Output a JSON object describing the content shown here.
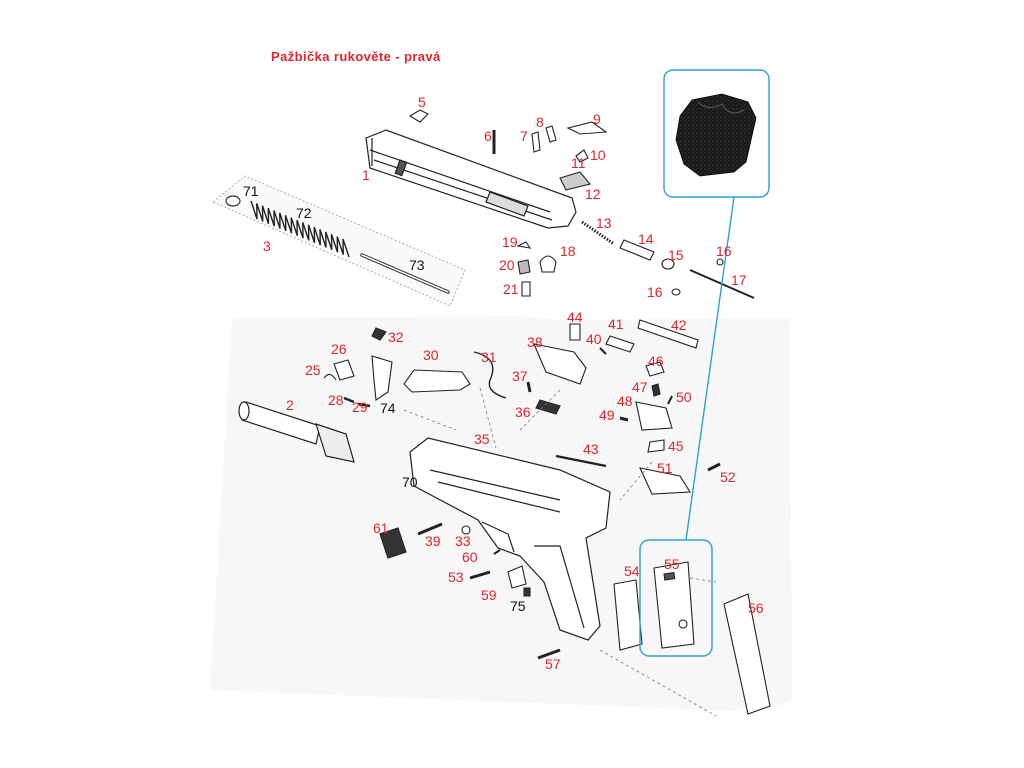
{
  "title": "Pažbička rukověte - pravá",
  "highlight_color": "#2ea0d6",
  "label_color": "#e4242b",
  "inset": {
    "icon": "grip-panel-photo"
  },
  "callouts": [
    {
      "id": "1",
      "name": "part-1-slide-label",
      "color": "red"
    },
    {
      "id": "2",
      "name": "part-2-barrel-label",
      "color": "red"
    },
    {
      "id": "3",
      "name": "part-3-recoil-assembly-label",
      "color": "red"
    },
    {
      "id": "5",
      "name": "part-5-label",
      "color": "red"
    },
    {
      "id": "6",
      "name": "part-6-label",
      "color": "red"
    },
    {
      "id": "7",
      "name": "part-7-label",
      "color": "red"
    },
    {
      "id": "8",
      "name": "part-8-label",
      "color": "red"
    },
    {
      "id": "9",
      "name": "part-9-label",
      "color": "red"
    },
    {
      "id": "10",
      "name": "part-10-label",
      "color": "red"
    },
    {
      "id": "11",
      "name": "part-11-label",
      "color": "red"
    },
    {
      "id": "12",
      "name": "part-12-label",
      "color": "red"
    },
    {
      "id": "13",
      "name": "part-13-label",
      "color": "red"
    },
    {
      "id": "14",
      "name": "part-14-label",
      "color": "red"
    },
    {
      "id": "15",
      "name": "part-15-label",
      "color": "red"
    },
    {
      "id": "16",
      "name": "part-16a-label",
      "color": "red"
    },
    {
      "id": "16",
      "name": "part-16b-label",
      "color": "red"
    },
    {
      "id": "17",
      "name": "part-17-label",
      "color": "red"
    },
    {
      "id": "18",
      "name": "part-18-label",
      "color": "red"
    },
    {
      "id": "19",
      "name": "part-19-label",
      "color": "red"
    },
    {
      "id": "20",
      "name": "part-20-label",
      "color": "red"
    },
    {
      "id": "21",
      "name": "part-21-label",
      "color": "red"
    },
    {
      "id": "25",
      "name": "part-25-label",
      "color": "red"
    },
    {
      "id": "26",
      "name": "part-26-label",
      "color": "red"
    },
    {
      "id": "28",
      "name": "part-28-label",
      "color": "red"
    },
    {
      "id": "29",
      "name": "part-29-label",
      "color": "red"
    },
    {
      "id": "30",
      "name": "part-30-label",
      "color": "red"
    },
    {
      "id": "31",
      "name": "part-31-label",
      "color": "red"
    },
    {
      "id": "32",
      "name": "part-32-label",
      "color": "red"
    },
    {
      "id": "33",
      "name": "part-33-label",
      "color": "red"
    },
    {
      "id": "35",
      "name": "part-35-label",
      "color": "red"
    },
    {
      "id": "36",
      "name": "part-36-label",
      "color": "red"
    },
    {
      "id": "37",
      "name": "part-37-label",
      "color": "red"
    },
    {
      "id": "38",
      "name": "part-38-label",
      "color": "red"
    },
    {
      "id": "39",
      "name": "part-39-label",
      "color": "red"
    },
    {
      "id": "40",
      "name": "part-40-label",
      "color": "red"
    },
    {
      "id": "41",
      "name": "part-41-label",
      "color": "red"
    },
    {
      "id": "42",
      "name": "part-42-label",
      "color": "red"
    },
    {
      "id": "43",
      "name": "part-43-label",
      "color": "red"
    },
    {
      "id": "44",
      "name": "part-44-label",
      "color": "red"
    },
    {
      "id": "45",
      "name": "part-45-label",
      "color": "red"
    },
    {
      "id": "46",
      "name": "part-46-label",
      "color": "red"
    },
    {
      "id": "47",
      "name": "part-47-label",
      "color": "red"
    },
    {
      "id": "48",
      "name": "part-48-label",
      "color": "red"
    },
    {
      "id": "49",
      "name": "part-49-label",
      "color": "red"
    },
    {
      "id": "50",
      "name": "part-50-label",
      "color": "red"
    },
    {
      "id": "51",
      "name": "part-51-label",
      "color": "red"
    },
    {
      "id": "52",
      "name": "part-52-label",
      "color": "red"
    },
    {
      "id": "53",
      "name": "part-53-label",
      "color": "red"
    },
    {
      "id": "54",
      "name": "part-54-label",
      "color": "red"
    },
    {
      "id": "55",
      "name": "part-55-label",
      "color": "red"
    },
    {
      "id": "56",
      "name": "part-56-label",
      "color": "red"
    },
    {
      "id": "57",
      "name": "part-57-label",
      "color": "red"
    },
    {
      "id": "59",
      "name": "part-59-label",
      "color": "red"
    },
    {
      "id": "60",
      "name": "part-60-label",
      "color": "red"
    },
    {
      "id": "61",
      "name": "part-61-label",
      "color": "red"
    },
    {
      "id": "70",
      "name": "part-70-frame-label",
      "color": "black"
    },
    {
      "id": "71",
      "name": "part-71-label",
      "color": "black"
    },
    {
      "id": "72",
      "name": "part-72-label",
      "color": "black"
    },
    {
      "id": "73",
      "name": "part-73-label",
      "color": "black"
    },
    {
      "id": "74",
      "name": "part-74-label",
      "color": "black"
    },
    {
      "id": "75",
      "name": "part-75-label",
      "color": "black"
    }
  ]
}
